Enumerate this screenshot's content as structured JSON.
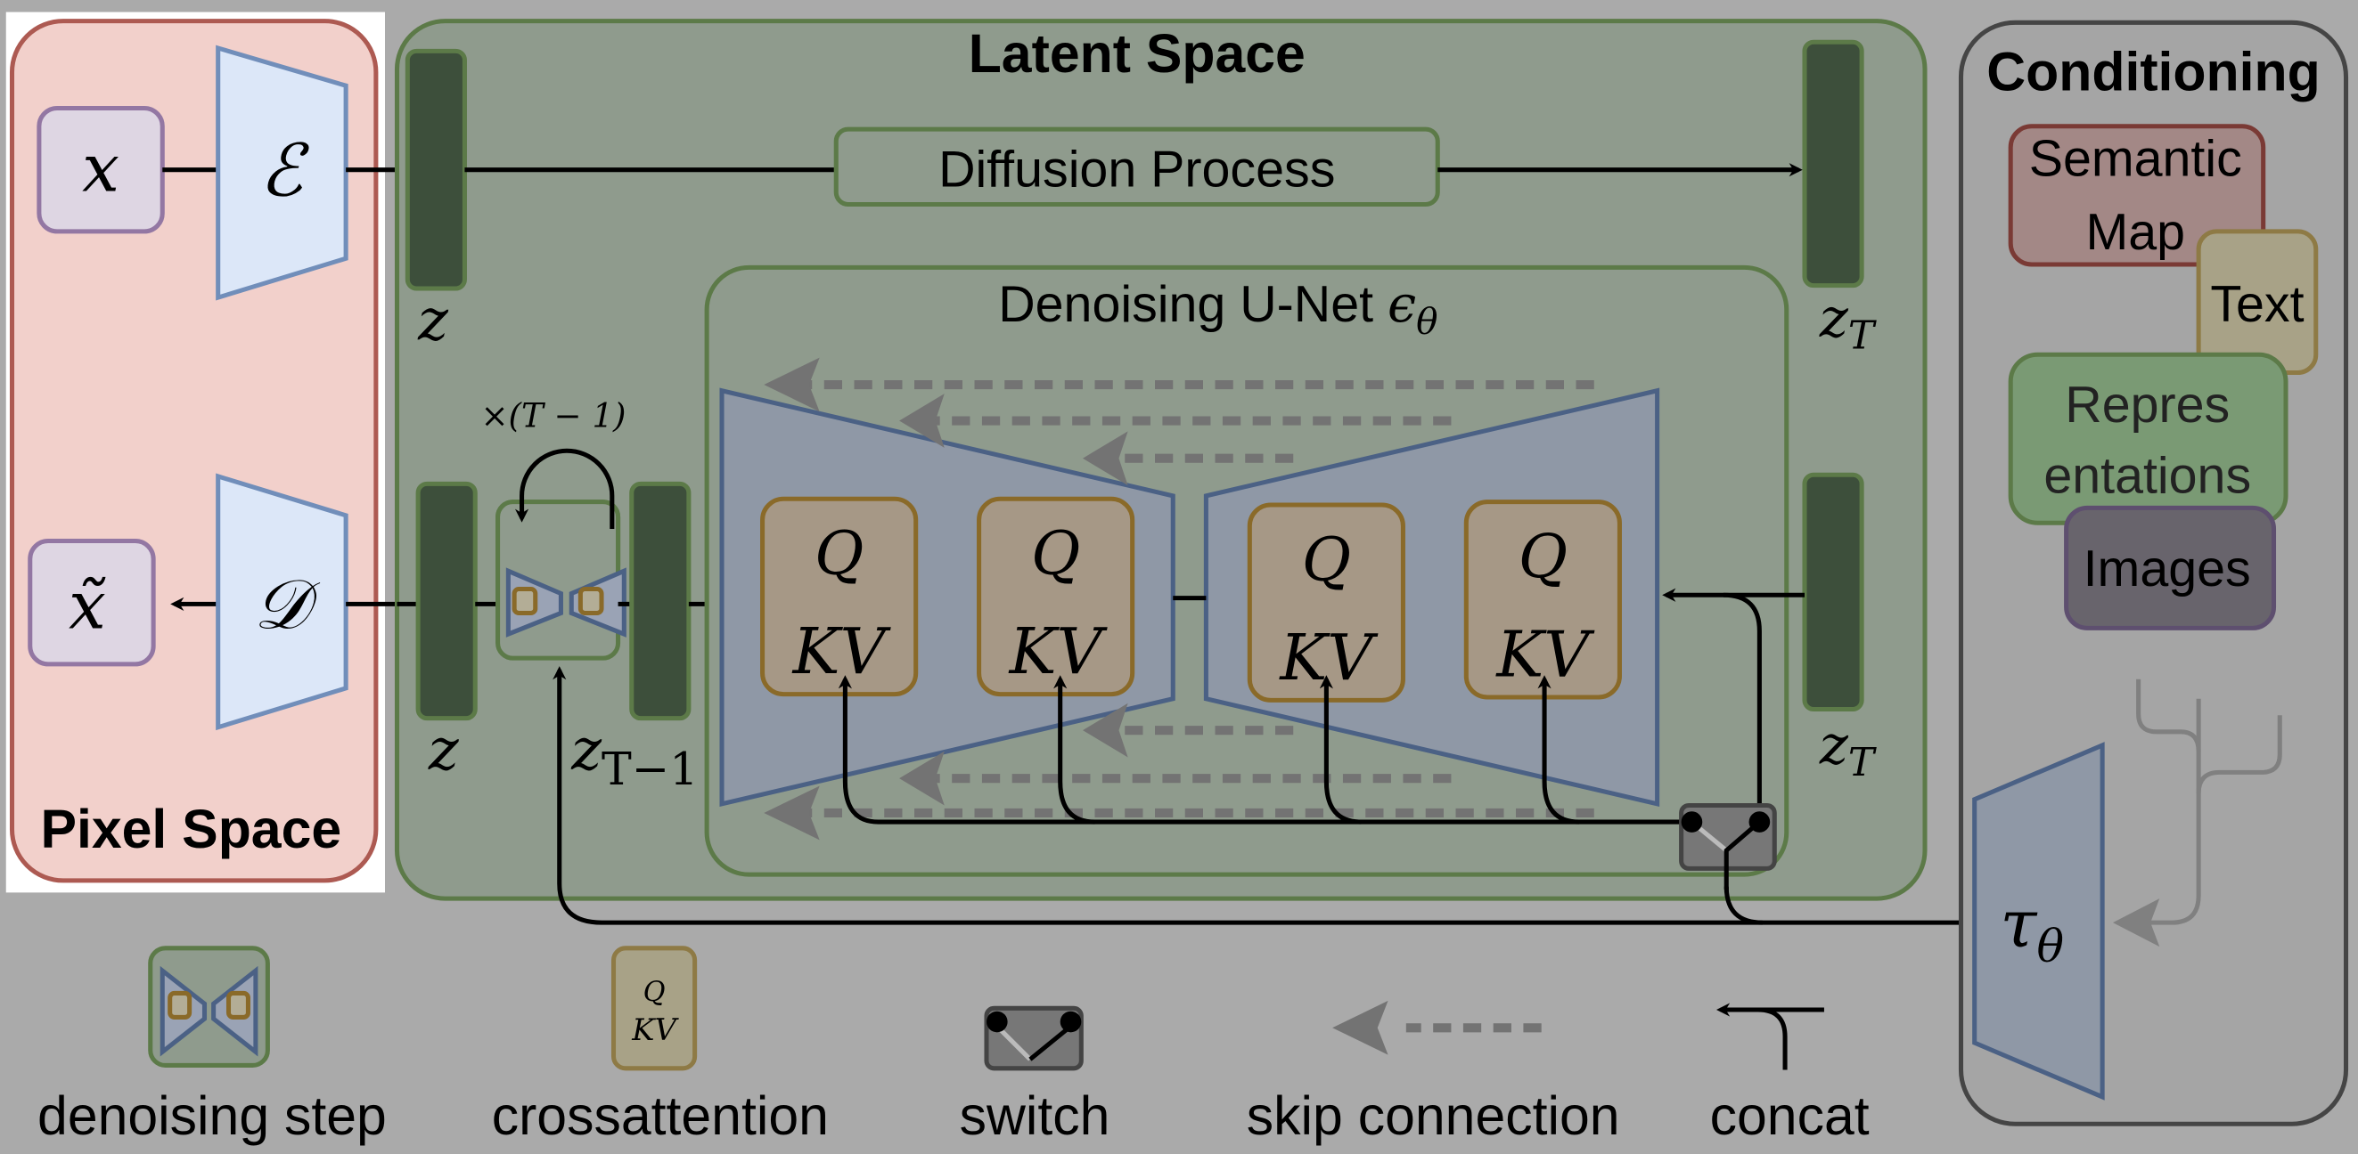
{
  "colors": {
    "background": "#aaaaaa",
    "pixel_space_fill": "#f2d0cb",
    "pixel_space_stroke": "#ad5a52",
    "latent_space_fill": "#8f9b8d",
    "latent_space_stroke": "#5c7a48",
    "latent_bar_fill": "#3d4f3b",
    "encoder_fill": "#dce7f8",
    "encoder_stroke": "#718eba",
    "unet_fill": "#8f98a6",
    "unet_stroke": "#4b6185",
    "qkv_fill": "#a69886",
    "qkv_stroke": "#8a6a29",
    "io_box_fill": "#ded6e3",
    "io_box_stroke": "#9377a3",
    "skip_arrow": "#737373",
    "conditioning_stroke": "#454545",
    "semantic_map_fill": "#a38886",
    "semantic_map_stroke": "#7a3a35",
    "text_box_fill": "#a8a287",
    "text_box_stroke": "#8e7a45",
    "repr_fill": "#7a9a74",
    "repr_stroke": "#5c7a48",
    "images_fill": "#68646c",
    "images_stroke": "#5e4f6f",
    "switch_fill": "#777777",
    "switch_stroke": "#444444"
  },
  "pixel_space": {
    "title": "Pixel Space",
    "input_label": "x",
    "output_label": "x̃",
    "encoder_label": "ℰ",
    "decoder_label": "𝒟"
  },
  "latent_space": {
    "title": "Latent Space",
    "diffusion_process": "Diffusion Process",
    "z_top": "z",
    "z_bottom": "z",
    "zT_top": "z",
    "zT_top_sub": "T",
    "zT_bottom": "z",
    "zT_bottom_sub": "T",
    "zT1": "z",
    "zT1_sub": "T−1",
    "repeat_label": "×(T − 1)"
  },
  "unet": {
    "title": "Denoising U-Net ",
    "title_symbol": "ϵ",
    "title_sub": "θ",
    "blocks": [
      {
        "q": "Q",
        "kv": "KV"
      },
      {
        "q": "Q",
        "kv": "KV"
      },
      {
        "q": "Q",
        "kv": "KV"
      },
      {
        "q": "Q",
        "kv": "KV"
      }
    ]
  },
  "conditioning": {
    "title": "Conditioning",
    "semantic_map": [
      "Semantic",
      "Map"
    ],
    "text": "Text",
    "representations": [
      "Repres",
      "entations"
    ],
    "images": "Images",
    "tau_label": "τ",
    "tau_sub": "θ"
  },
  "legend": {
    "items": [
      {
        "label": "denoising step",
        "icon": "denoising-step-icon"
      },
      {
        "label": "crossattention",
        "icon": "crossattention-icon",
        "q": "Q",
        "kv": "KV"
      },
      {
        "label": "switch",
        "icon": "switch-icon"
      },
      {
        "label": "skip connection",
        "icon": "skip-connection-icon"
      },
      {
        "label": "concat",
        "icon": "concat-icon"
      }
    ]
  }
}
